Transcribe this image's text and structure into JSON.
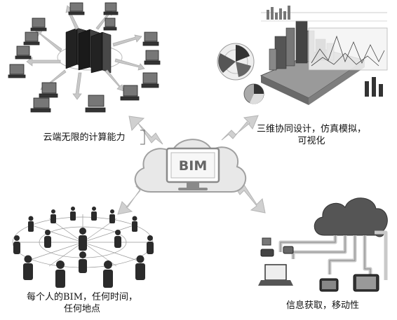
{
  "center": {
    "label": "BIM"
  },
  "captions": {
    "top_left": "云端无限的计算能力",
    "top_right_line1": "三维协同设计，仿真模拟，",
    "top_right_line2": "可视化",
    "bottom_left_line1": "每个人的BIM，任何时间，",
    "bottom_left_line2": "任何地点",
    "bottom_right": "信息获取，移动性"
  },
  "colors": {
    "cloud_fill": "#e6e6e6",
    "cloud_stroke": "#9a9a9a",
    "arrow": "#c9c9c9",
    "dark": "#2b2b2b"
  }
}
